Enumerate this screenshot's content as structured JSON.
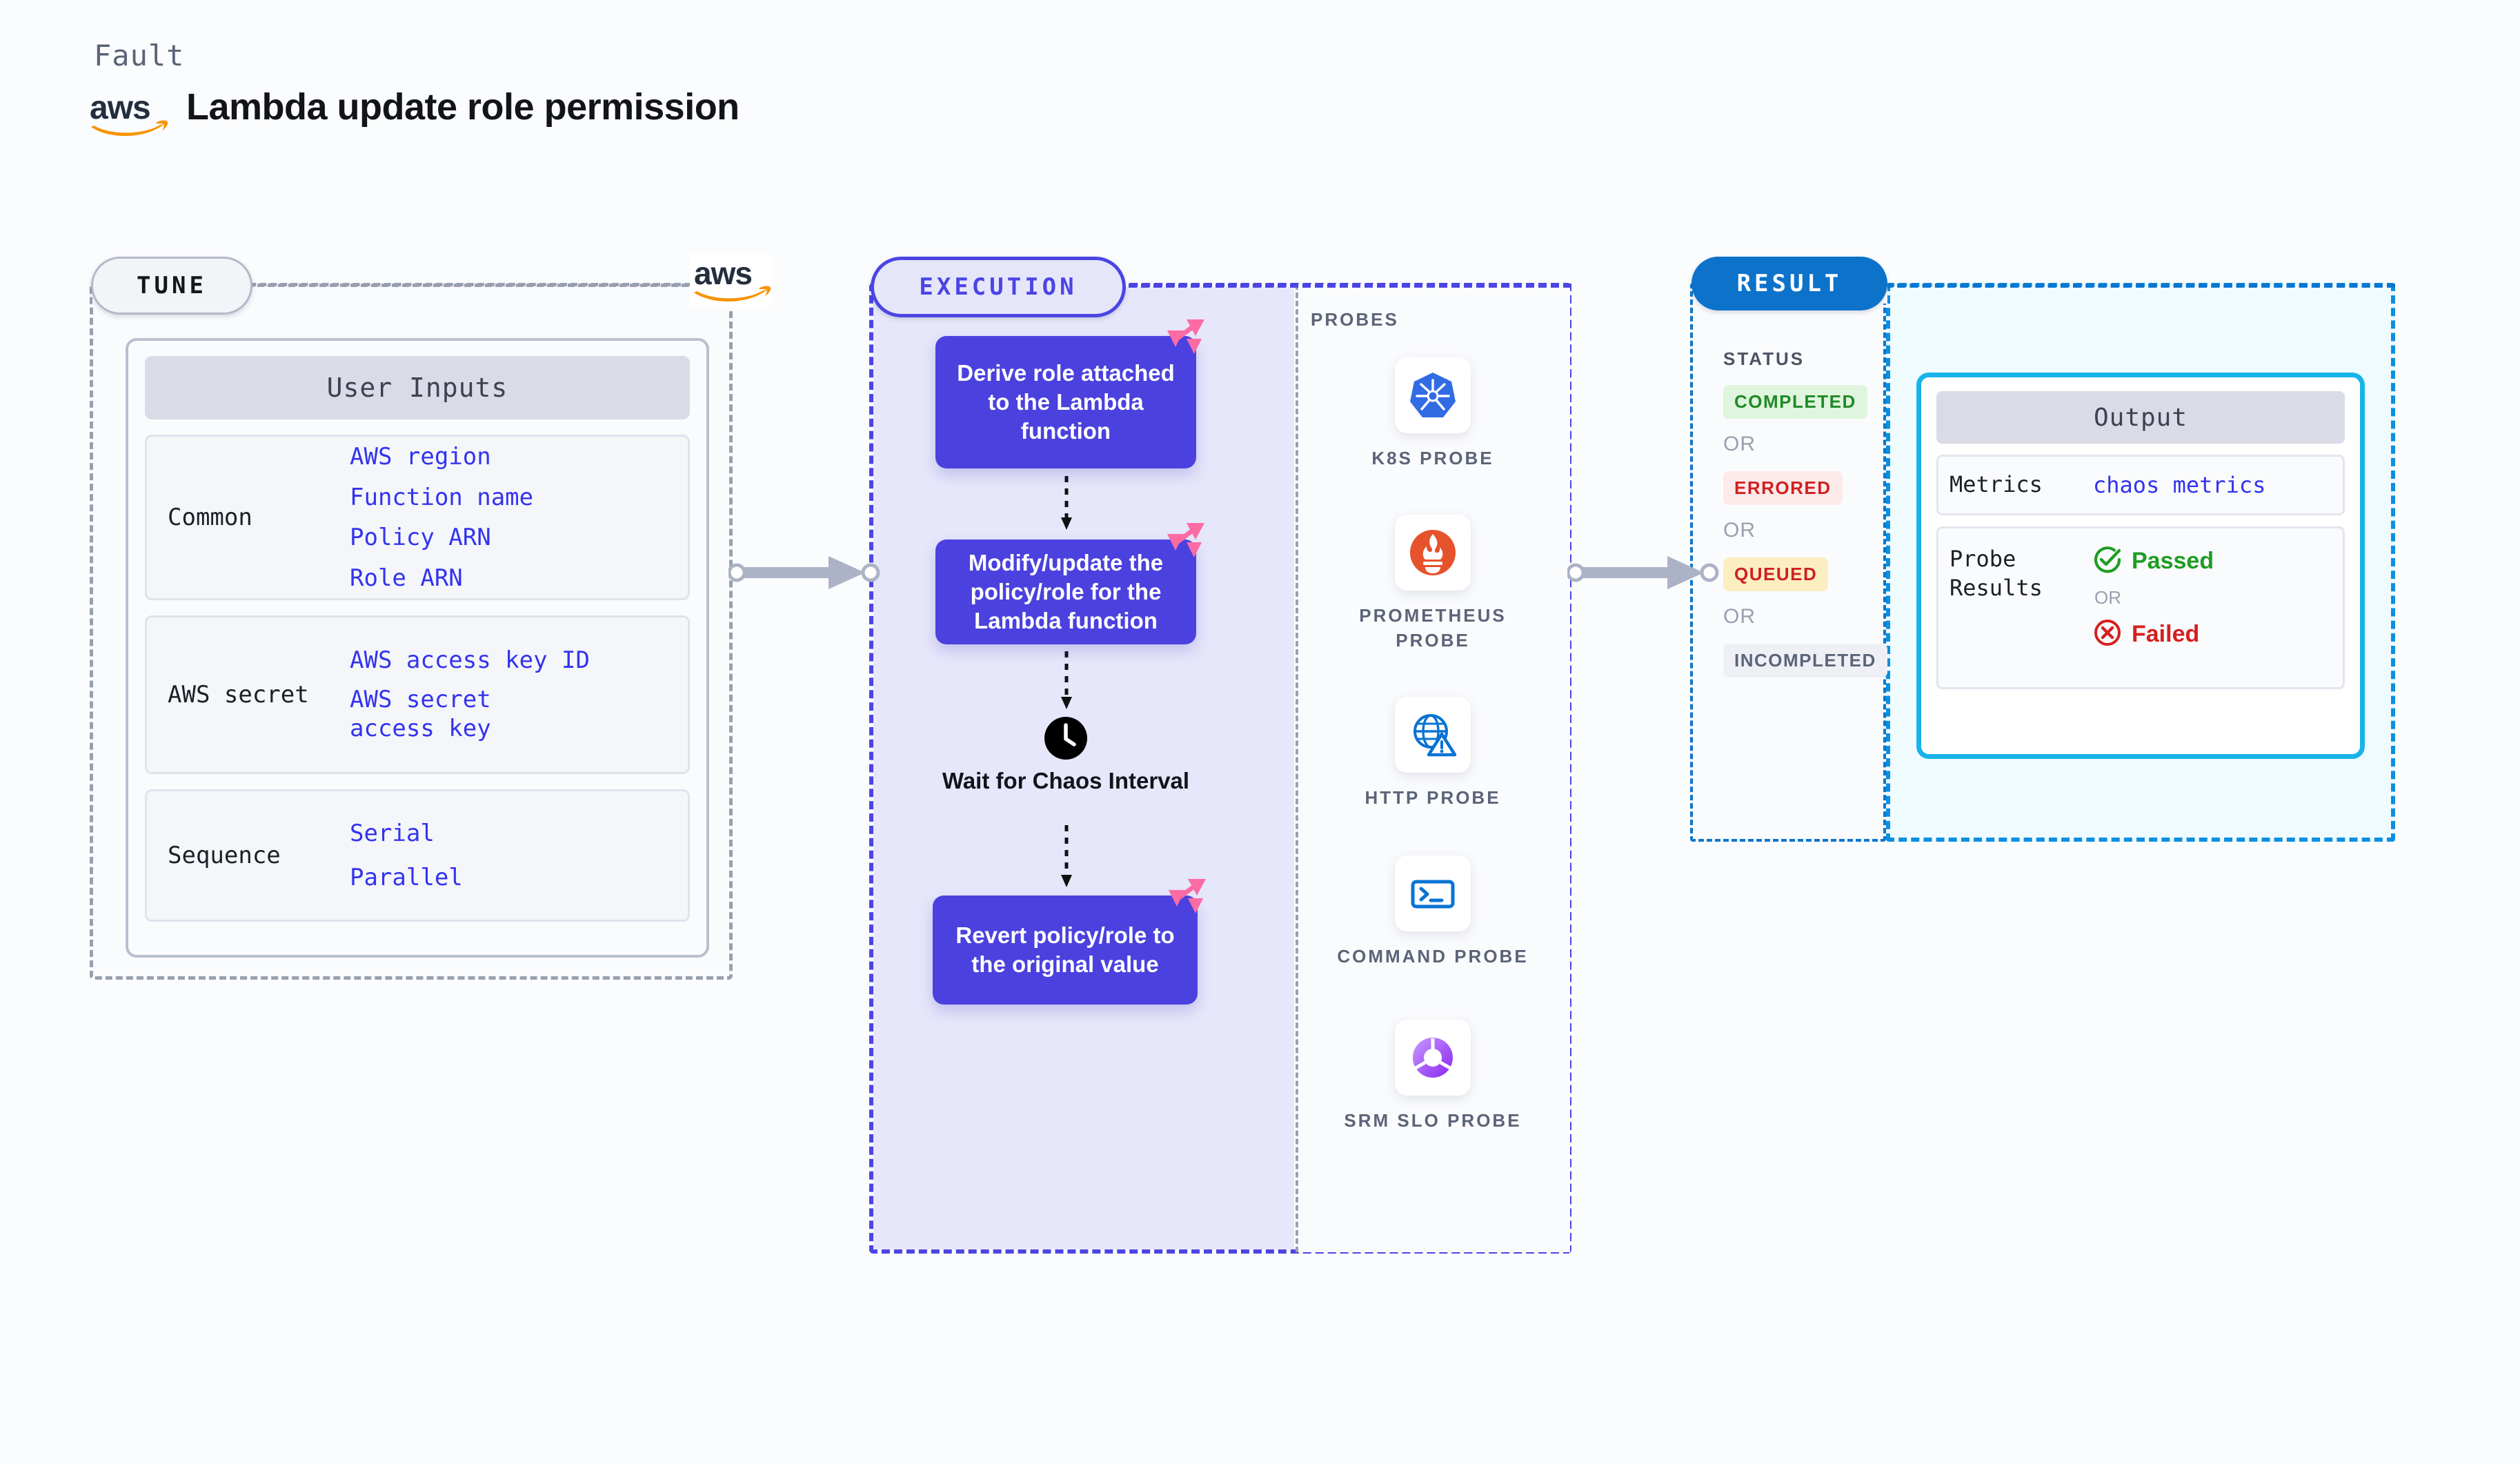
{
  "header": {
    "fault_label": "Fault",
    "title": "Lambda update role permission",
    "logo": "aws-logo"
  },
  "tune": {
    "badge": "TUNE",
    "logo": "aws-logo",
    "card_title": "User Inputs",
    "groups": [
      {
        "label": "Common",
        "values": [
          "AWS region",
          "Function name",
          "Policy ARN",
          "Role ARN"
        ]
      },
      {
        "label": "AWS secret",
        "values": [
          "AWS access key ID",
          "AWS secret access key"
        ]
      },
      {
        "label": "Sequence",
        "values": [
          "Serial",
          "Parallel"
        ]
      }
    ]
  },
  "execution": {
    "badge": "EXECUTION",
    "steps": [
      {
        "text": "Derive role attached to the Lambda function",
        "mark": "litmus-icon"
      },
      {
        "text": "Modify/update the policy/role for the Lambda function",
        "mark": "litmus-icon"
      },
      {
        "text": "Revert policy/role to the original value",
        "mark": "litmus-icon"
      }
    ],
    "wait_node": {
      "icon": "clock-icon",
      "label": "Wait for Chaos Interval"
    }
  },
  "probes": {
    "title": "PROBES",
    "items": [
      {
        "label": "K8S PROBE",
        "icon": "kubernetes-icon"
      },
      {
        "label": "PROMETHEUS PROBE",
        "icon": "prometheus-icon"
      },
      {
        "label": "HTTP PROBE",
        "icon": "http-globe-warning-icon"
      },
      {
        "label": "COMMAND PROBE",
        "icon": "terminal-icon"
      },
      {
        "label": "SRM SLO PROBE",
        "icon": "srm-slo-donut-icon"
      }
    ]
  },
  "result": {
    "badge": "RESULT",
    "status_heading": "STATUS",
    "or_label": "OR",
    "statuses": [
      {
        "label": "COMPLETED",
        "bg": "#dff5dd",
        "fg": "#1f8a26"
      },
      {
        "label": "ERRORED",
        "bg": "#fdeaea",
        "fg": "#cf2020"
      },
      {
        "label": "QUEUED",
        "bg": "#fdeec2",
        "fg": "#cf2020"
      },
      {
        "label": "INCOMPLETED",
        "bg": "#eff0f6",
        "fg": "#5c6478"
      }
    ],
    "output": {
      "title": "Output",
      "metrics_key": "Metrics",
      "metrics_value": "chaos metrics",
      "probe_key": "Probe Results",
      "passed_label": "Passed",
      "failed_label": "Failed",
      "or_label": "OR",
      "passed_icon": "check-circle-icon",
      "failed_icon": "x-circle-icon"
    }
  },
  "colors": {
    "execution_accent": "#4b45e4",
    "execution_step_bg": "#4b41de",
    "result_accent": "#0b76d0",
    "output_border": "#18b4e9",
    "tune_accent": "#98a0b0",
    "value_blue": "#3333ee",
    "passed_green": "#1f9d24",
    "failed_red": "#d61f1f",
    "litmus_pink": "#fb6ba4",
    "aws_orange": "#f79400"
  }
}
